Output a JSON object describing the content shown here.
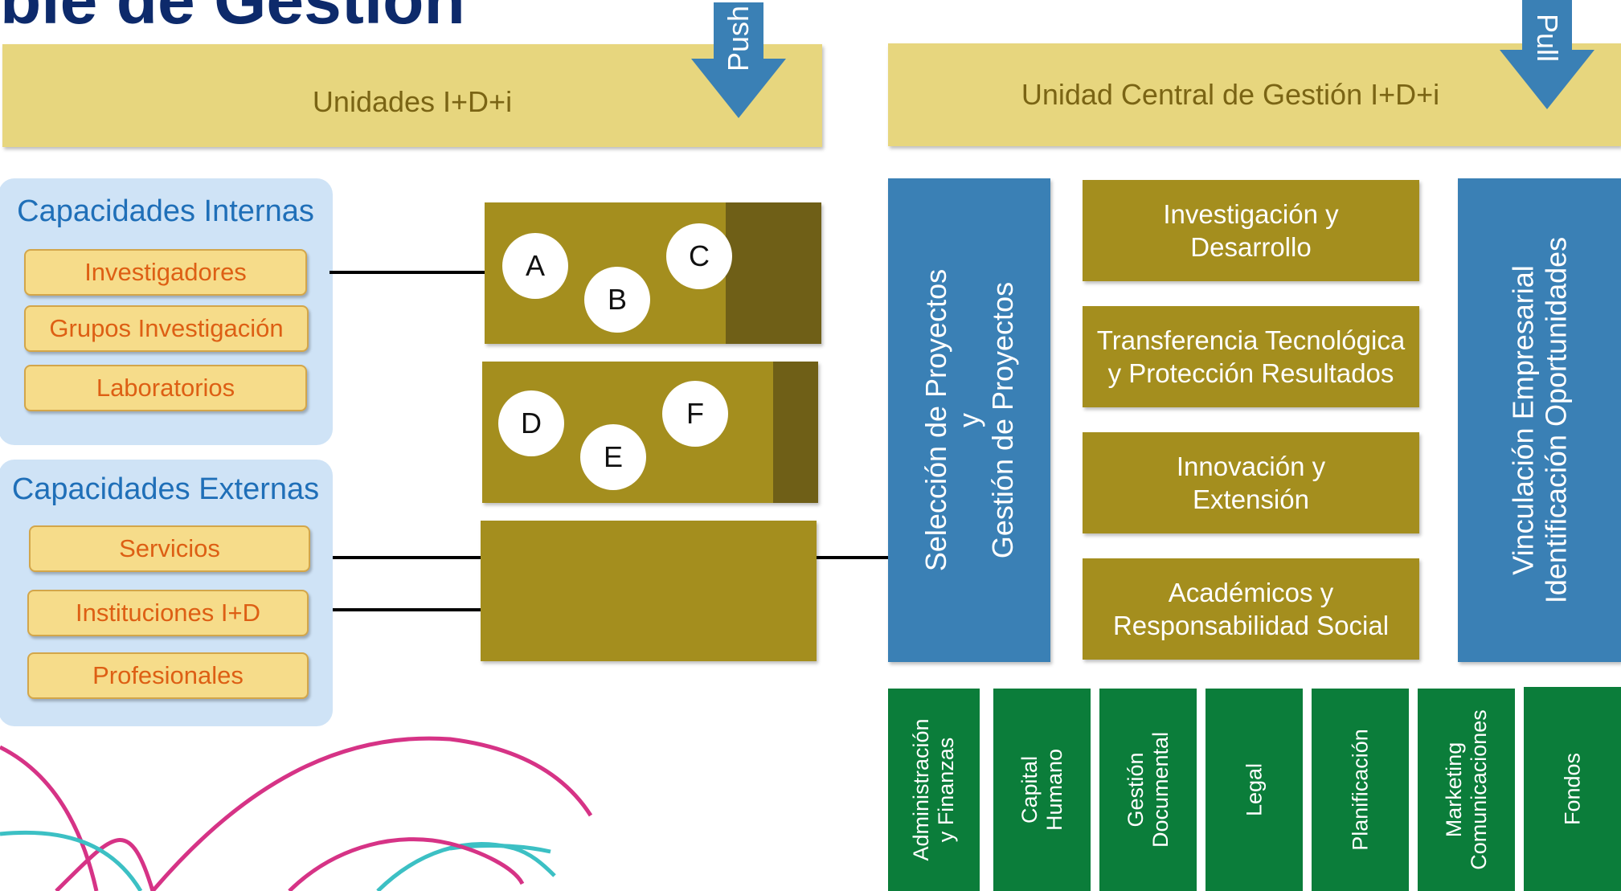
{
  "title": "ble de Gestión",
  "left_header": {
    "label": "Unidades I+D+i",
    "arrow_label": "Push"
  },
  "right_header": {
    "label": "Unidad Central de Gestión I+D+i",
    "arrow_label": "Pull"
  },
  "internal": {
    "title": "Capacidades Internas",
    "items": [
      "Investigadores",
      "Grupos Investigación",
      "Laboratorios"
    ]
  },
  "external": {
    "title": "Capacidades Externas",
    "items": [
      "Servicios",
      "Instituciones I+D",
      "Profesionales"
    ]
  },
  "units": {
    "row1": [
      "A",
      "B",
      "C"
    ],
    "row2": [
      "D",
      "E",
      "F"
    ]
  },
  "left_column": {
    "line1": "Selección de Proyectos",
    "line2": "y",
    "line3": "Gestión de Proyectos"
  },
  "middle_boxes": [
    {
      "line1": "Investigación y",
      "line2": "Desarrollo"
    },
    {
      "line1": "Transferencia Tecnológica",
      "line2": "y Protección Resultados"
    },
    {
      "line1": "Innovación y",
      "line2": "Extensión"
    },
    {
      "line1": "Académicos y",
      "line2": "Responsabilidad  Social"
    }
  ],
  "right_column": {
    "line1": "Vinculación Empresarial",
    "line2": "Identificación Oportunidades"
  },
  "bottom_boxes": [
    {
      "line1": "Administración",
      "line2": "y Finanzas"
    },
    {
      "line1": "Capital",
      "line2": "Humano"
    },
    {
      "line1": "Gestión",
      "line2": "Documental"
    },
    {
      "line1": "Legal",
      "line2": ""
    },
    {
      "line1": "Planificación",
      "line2": ""
    },
    {
      "line1": "Marketing",
      "line2": "Comunicaciones"
    },
    {
      "line1": "Fondos",
      "line2": ""
    }
  ],
  "colors": {
    "header_bar": "#e7d67e",
    "arrow": "#3a80b5",
    "olive": "#a48e1e",
    "blue_column": "#3a80b5",
    "green_box": "#0b7d3a",
    "pill_text": "#dd5f14",
    "panel_title": "#1f6fb8",
    "title": "#0d2a6b",
    "curve_pink": "#d63386",
    "curve_teal": "#3cc0c4"
  }
}
